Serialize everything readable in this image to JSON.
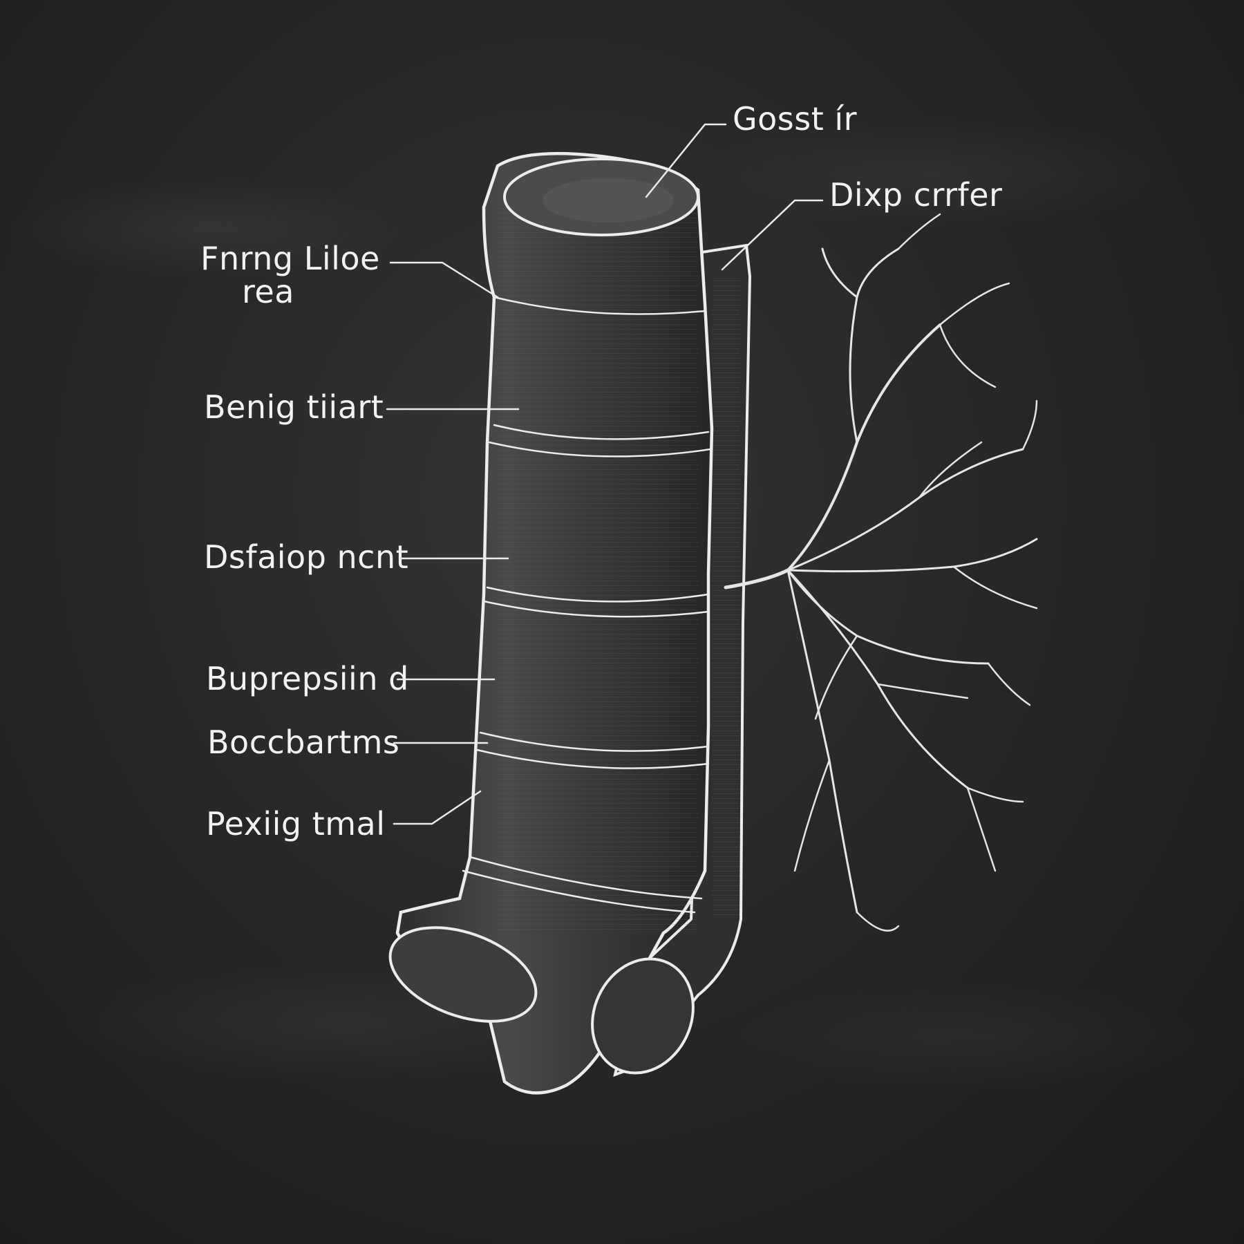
{
  "diagram": {
    "labels": {
      "top": "Gosst ír",
      "top_right": "Dixp crrfer",
      "l1_line1": "Fnrng Liloe",
      "l1_line2": "rea",
      "l2": "Benig tiiart",
      "l3": "Dsfaiop ncnt",
      "l4": "Buprepsiin d",
      "l5": "Boccbartms",
      "l6": "Pexiig tmal"
    },
    "colors": {
      "chalk": "#f2f2f2",
      "board": "#262626",
      "shade": "#3a3a3a"
    }
  }
}
